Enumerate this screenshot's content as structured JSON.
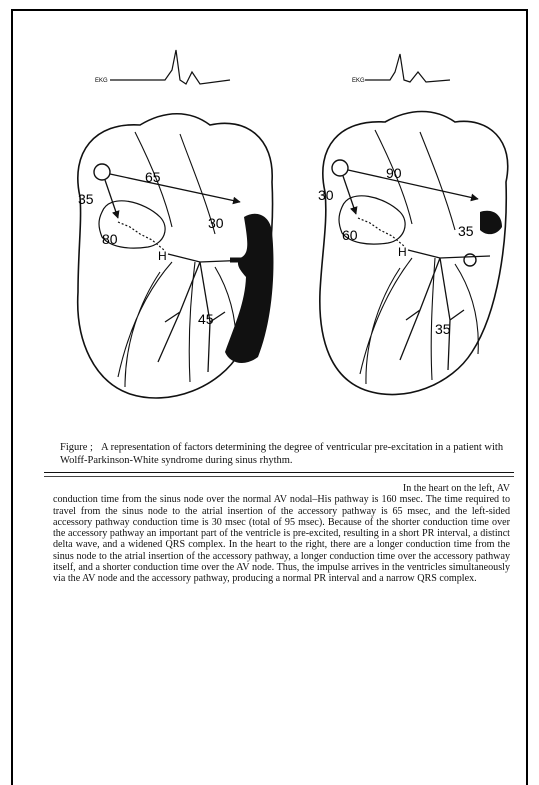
{
  "figure": {
    "left_heart": {
      "ekg_label": "EKG",
      "times": {
        "sinus_to_pathway": "65",
        "sinus_to_av": "35",
        "av_node": "80",
        "pathway": "30",
        "ventricle": "45"
      },
      "his_label": "H"
    },
    "right_heart": {
      "ekg_label": "EKG",
      "times": {
        "sinus_to_pathway": "90",
        "sinus_to_av": "30",
        "av_node": "60",
        "pathway": "35",
        "ventricle": "35"
      },
      "his_label": "H"
    }
  },
  "caption": {
    "label": "Figure  ;",
    "text": "A representation of factors determining the degree of ventricular pre-excitation in a patient with Wolff-Parkinson-White syndrome during sinus rhythm."
  },
  "body": {
    "lead": "In the heart on the left, AV",
    "text": "conduction time from the sinus node over the normal AV nodal–His pathway is 160 msec. The time required to travel from the sinus node to the atrial insertion of the accessory pathway is 65 msec, and the left-sided accessory pathway conduction time is 30 msec (total of 95 msec). Because of the shorter conduction time over the accessory pathway an important part of the ventricle is pre-excited, resulting in a short PR interval, a distinct delta wave, and a widened QRS complex. In the heart to the right, there are a longer conduction time from the sinus node to the atrial insertion of the accessory pathway, a longer conduction time over the accessory pathway itself, and a shorter conduction time over the AV node. Thus, the impulse arrives in the ventricles simultaneously via the AV node and the accessory pathway, producing a normal PR interval and a narrow QRS complex."
  }
}
